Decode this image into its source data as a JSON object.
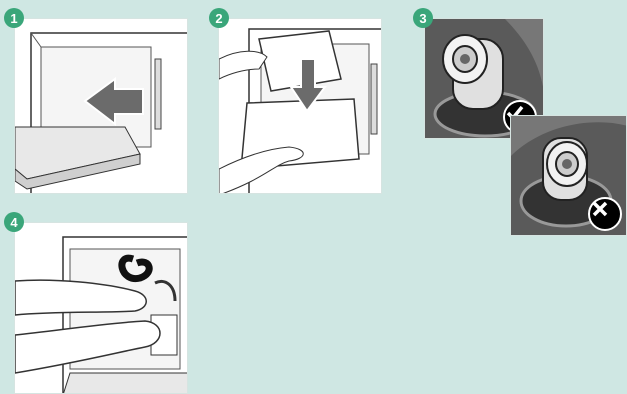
{
  "steps": [
    {
      "number": "1"
    },
    {
      "number": "2"
    },
    {
      "number": "3"
    },
    {
      "number": "4"
    }
  ],
  "colors": {
    "background": "#cfe7e3",
    "badge": "#3aa67a",
    "arrow": "#6b6b6b",
    "dark_photo": "#5a5a5a",
    "ok": "#000000",
    "wrong": "#000000"
  },
  "icons": {
    "ok": "check-icon",
    "wrong": "cross-icon"
  }
}
